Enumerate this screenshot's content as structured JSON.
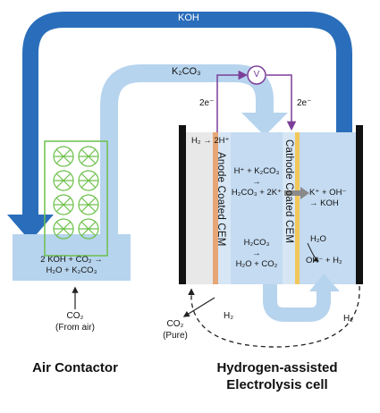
{
  "flows": {
    "koh_loop": "KOH",
    "k2co3_loop": "K₂CO₃",
    "voltmeter": "V",
    "electron_left": "2e⁻",
    "electron_right": "2e⁻"
  },
  "air_contactor": {
    "reaction_line1": "2 KOH + CO₂ →",
    "reaction_line2": "H₂O + K₂CO₃",
    "input_line1": "CO₂",
    "input_line2": "(From air)",
    "title": "Air Contactor"
  },
  "cell": {
    "anode_membrane": "Anode Coated CEM",
    "cathode_membrane": "Cathode Coated CEM",
    "anode_reaction": "H₂  →  2H⁺",
    "mid_reaction_1_line1": "H⁺ + K₂CO₃",
    "mid_reaction_1_line2": "→",
    "mid_reaction_1_line3": "H₂CO₃ + 2K⁺",
    "mid_reaction_2_line1": "H₂CO₃",
    "mid_reaction_2_line2": "→",
    "mid_reaction_2_line3": "H₂O + CO₂",
    "cathode_reaction_line1": "K⁺ + OH⁻",
    "cathode_reaction_line2": "→ KOH",
    "water_label": "H₂O",
    "water_split": "OH⁻ + H₂",
    "h2_recycle_left": "H₂",
    "h2_recycle_right": "H₂",
    "co2_out_line1": "CO₂",
    "co2_out_line2": "(Pure)",
    "title_line1": "Hydrogen-assisted",
    "title_line2": "Electrolysis cell"
  },
  "colors": {
    "koh_stream": "#2a6ebb",
    "k2co3_stream": "#b7d4ee",
    "cell_blue": "#c4dbf1",
    "anode_gray": "#e8e8e8",
    "membrane_orange": "#e6a676",
    "membrane_yellow": "#f2c75a",
    "contactor_green": "#6cc04a",
    "wire_purple": "#7b3f99"
  }
}
